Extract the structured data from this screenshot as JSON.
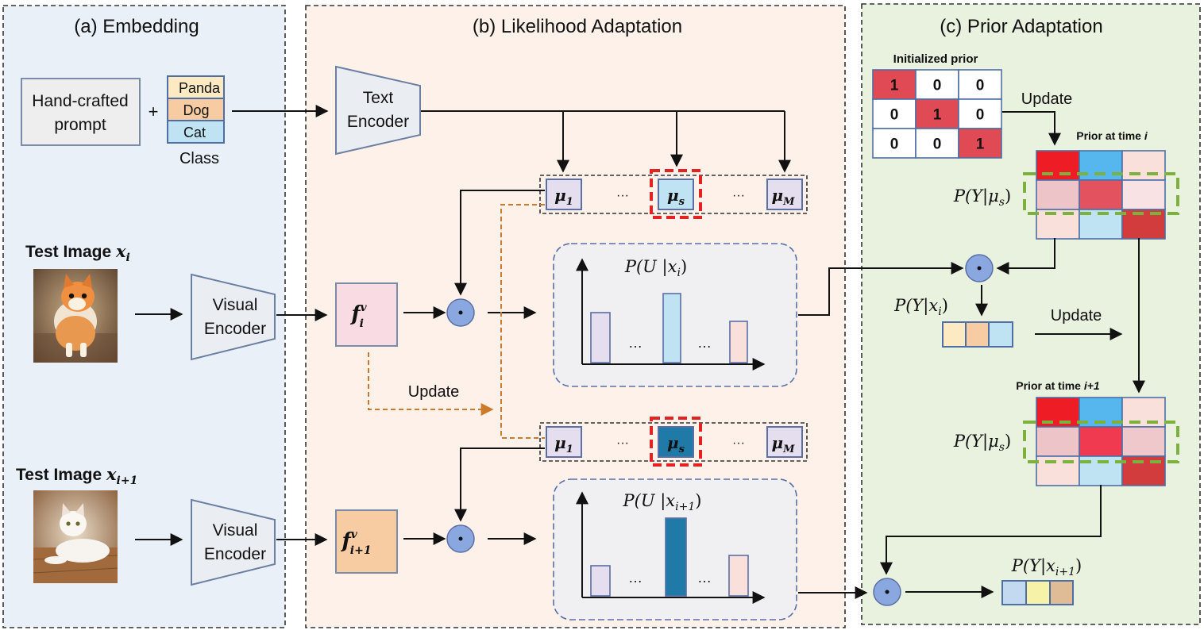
{
  "panels": {
    "a": {
      "title": "(a)  Embedding",
      "bg": "#eaf0f8"
    },
    "b": {
      "title": "(b)  Likelihood Adaptation",
      "bg": "#fdf1ea"
    },
    "c": {
      "title": "(c)  Prior Adaptation",
      "bg": "#e8f2de"
    }
  },
  "embedding": {
    "prompt_line1": "Hand-crafted",
    "prompt_line2": "prompt",
    "plus": "+",
    "classes": [
      "Panda",
      "Dog",
      "Cat"
    ],
    "class_label": "Class",
    "text_encoder_line1": "Text",
    "text_encoder_line2": "Encoder"
  },
  "rows": [
    {
      "test_image_label": "Test Image ",
      "test_image_var": "x",
      "test_image_sub": "i",
      "image_subject": "orange-white kitten",
      "encoder_line1": "Visual",
      "encoder_line2": "Encoder",
      "feature_main": "f",
      "feature_sup": "v",
      "feature_sub": "i",
      "likelihood": "P(U |x",
      "likelihood_sub": "i",
      "likelihood_close": ")",
      "bars_dots": [
        "…",
        "…"
      ]
    },
    {
      "test_image_label": "Test Image ",
      "test_image_var": "x",
      "test_image_sub": "i+1",
      "image_subject": "white cat lying on floor",
      "encoder_line1": "Visual",
      "encoder_line2": "Encoder",
      "feature_main": "f",
      "feature_sup": "v",
      "feature_sub": "i+1",
      "likelihood": "P(U |x",
      "likelihood_sub": "i+1",
      "likelihood_close": ")",
      "bars_dots": [
        "…",
        "…"
      ]
    }
  ],
  "prototypes": {
    "first": "μ",
    "first_sub": "1",
    "selected": "μ",
    "selected_sub": "s",
    "last": "μ",
    "last_sub": "M",
    "dots": "···"
  },
  "update_label": "Update",
  "prior": {
    "initialized_title": "Initialized prior",
    "initialized_matrix": [
      [
        "1",
        "0",
        "0"
      ],
      [
        "0",
        "1",
        "0"
      ],
      [
        "0",
        "0",
        "1"
      ]
    ],
    "update_label": "Update",
    "prior_time_i": "Prior at time ",
    "prior_time_i_var": "i",
    "prior_time_i1": "Prior at time ",
    "prior_time_i1_var": "i+1",
    "row_label": "P(Y|μ",
    "row_label_sub": "s",
    "row_label_close": ")",
    "posterior_i": "P(Y|x",
    "posterior_i_sub": "i",
    "posterior_close": ")",
    "update_arrow_label": "Update",
    "posterior_i1": "P(Y|x",
    "posterior_i1_sub": "i+1",
    "posterior_i1_close": ")"
  },
  "operator_symbol": "⊙",
  "colors": {
    "red": "#e41f2a",
    "blue": "#56b6ee",
    "light_pink": "#f9e0da",
    "deep_teal": "#1f7aa8",
    "purple_bar": "#e5deef",
    "green_dash": "#7bb13c",
    "red_dash": "#e52222",
    "orange_dash": "#cc7a2a",
    "circle": "#8aa8df"
  }
}
